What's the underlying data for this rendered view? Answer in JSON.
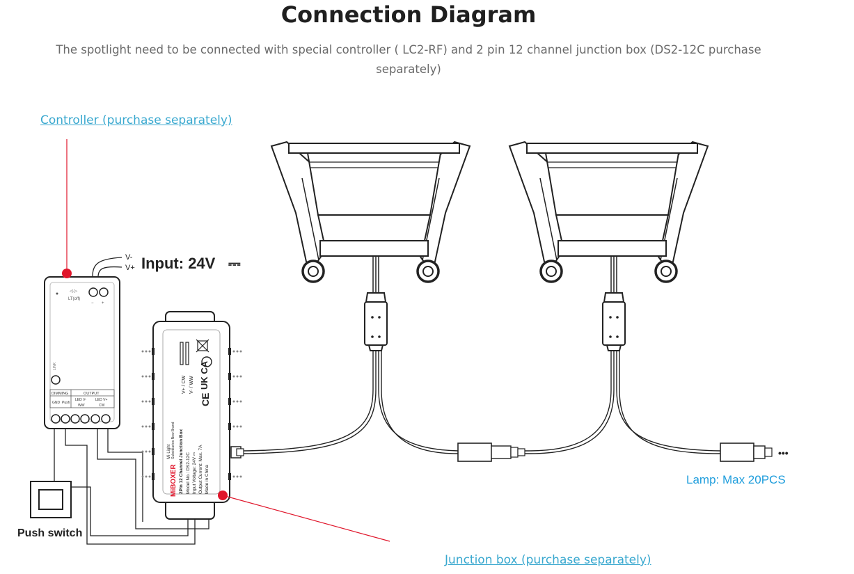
{
  "header": {
    "title": "Connection Diagram",
    "subtitle": "The spotlight need to be connected with special controller ( LC2-RF) and 2 pin 12 channel junction box (DS2-12C purchase separately)"
  },
  "links": {
    "controller": "Controller (purchase separately)",
    "junction_box": "Junction box (purchase separately)"
  },
  "labels": {
    "input": "Input: 24V",
    "dc_symbol": "⎓",
    "v_minus": "V-",
    "v_plus": "V+",
    "push_switch": "Push switch",
    "lamp_max": "Lamp: Max 20PCS",
    "ellipsis": "•••"
  },
  "controller_panel": {
    "dimming": "DIMMING",
    "output": "OUTPUT",
    "gnd": "GND",
    "push": "Push",
    "led_vminus": "LED V-",
    "led_vplus": "LED V+",
    "ww": "WW",
    "cw": "CW",
    "link_label": "LINK"
  },
  "junction_panel": {
    "brand": "MiBOXER",
    "tagline": "Mi·Light",
    "subbrand": "Subsidiaries New Brand",
    "product": "2Pin 12 Channel Junction Box",
    "model": "Model No.: DS2-12C",
    "input_voltage": "Input Voltage: 24V ⎓",
    "output_current": "Output Current: Max. 7A",
    "made_in": "Made in China",
    "vcw": "V+ / CW",
    "vww": "V- / WW",
    "ukca": "UK CA",
    "ce": "CE"
  },
  "colors": {
    "accent": "#39a8cf",
    "marker": "#e0162b",
    "lamp_label": "#1e9ddc",
    "line": "#222222"
  }
}
